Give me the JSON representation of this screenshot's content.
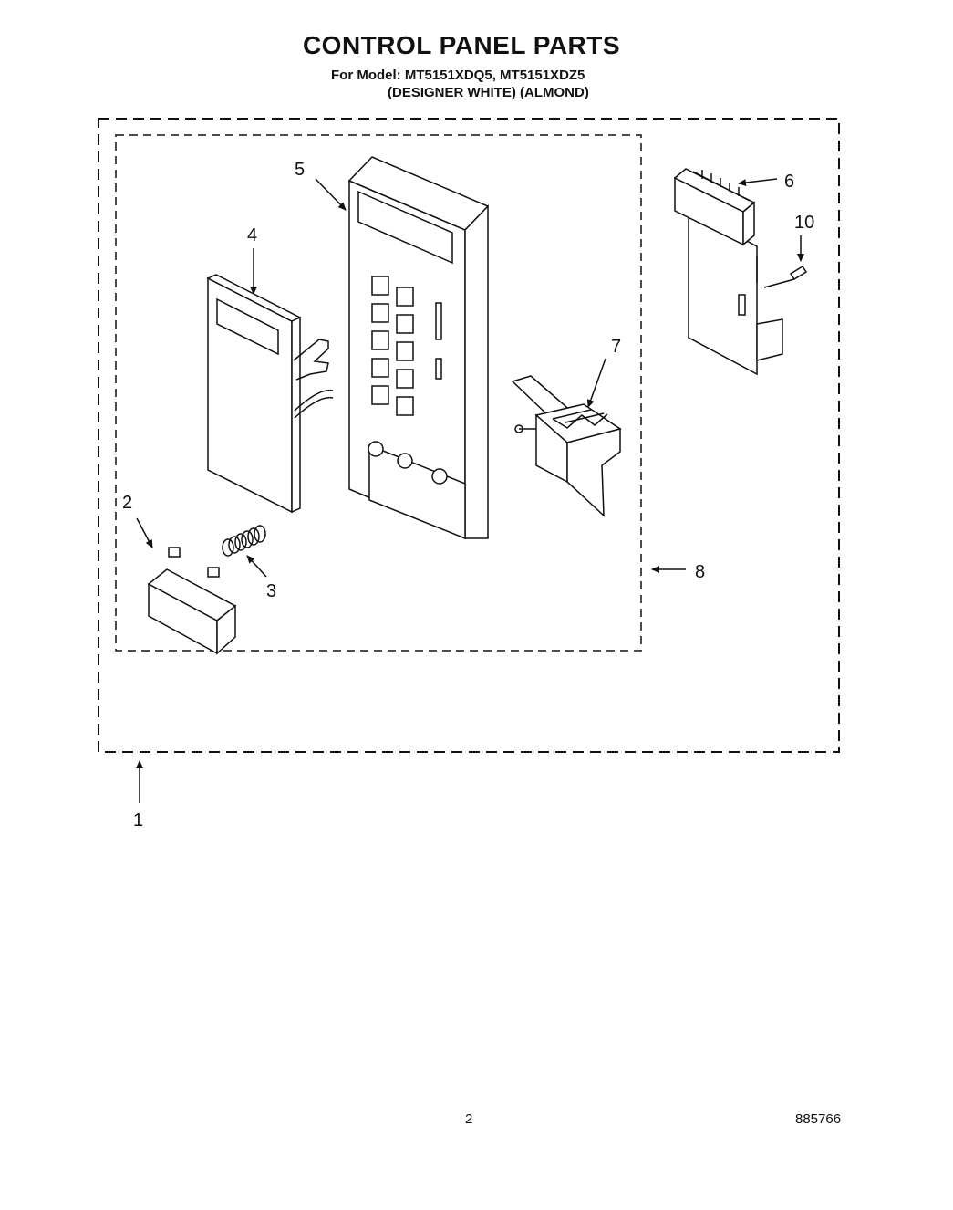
{
  "title": "CONTROL PANEL PARTS",
  "subtitle_line1": "For Model: MT5151XDQ5, MT5151XDZ5",
  "subtitle_line2": "(DESIGNER WHITE) (ALMOND)",
  "callouts": {
    "c1": "1",
    "c2": "2",
    "c3": "3",
    "c4": "4",
    "c5": "5",
    "c6": "6",
    "c7": "7",
    "c8": "8",
    "c10": "10"
  },
  "footer": {
    "page_number": "2",
    "document_number": "885766"
  }
}
